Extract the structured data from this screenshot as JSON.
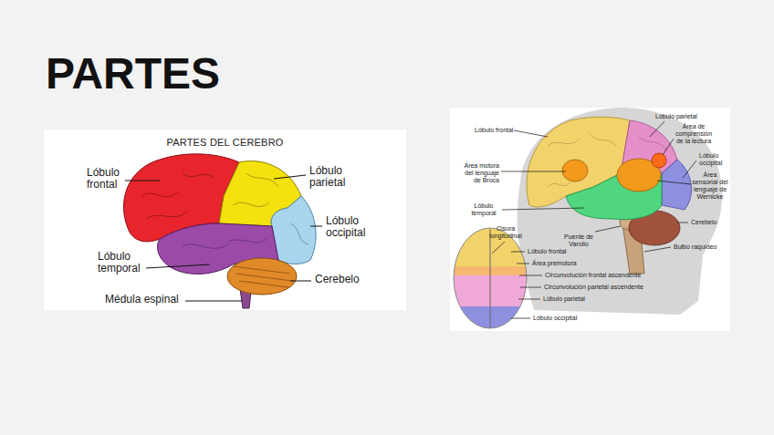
{
  "diagram": {
    "title": "PARTES",
    "nodes": [
      {
        "text": [
          "PARTES DEL CEREBRO"
        ]
      }
    ],
    "labels": [
      "Lóbulo frontal",
      "Lóbulo parietal",
      "Lóbulo occipital",
      "Lóbulo temporal",
      "Cerebelo",
      "Médula espinal",
      "Lóbulo frontal",
      "Lóbulo parietal",
      "Área de comprensión de la lectura",
      "Lóbulo occipital",
      "Área motora del lenguaje de Broca",
      "Área sensorial del lenguaje de Wernicke",
      "Lóbulo temporal",
      "Puente de Varolio",
      "Cerebelo",
      "Bulbo raquídeo",
      "Cisura longitudinal",
      "Lóbulo frontal",
      "Área premotora",
      "Circunvolución frontal ascendente",
      "Circunvolución parietal ascendente",
      "Lóbulo parietal",
      "Lóbulo occipital"
    ]
  }
}
